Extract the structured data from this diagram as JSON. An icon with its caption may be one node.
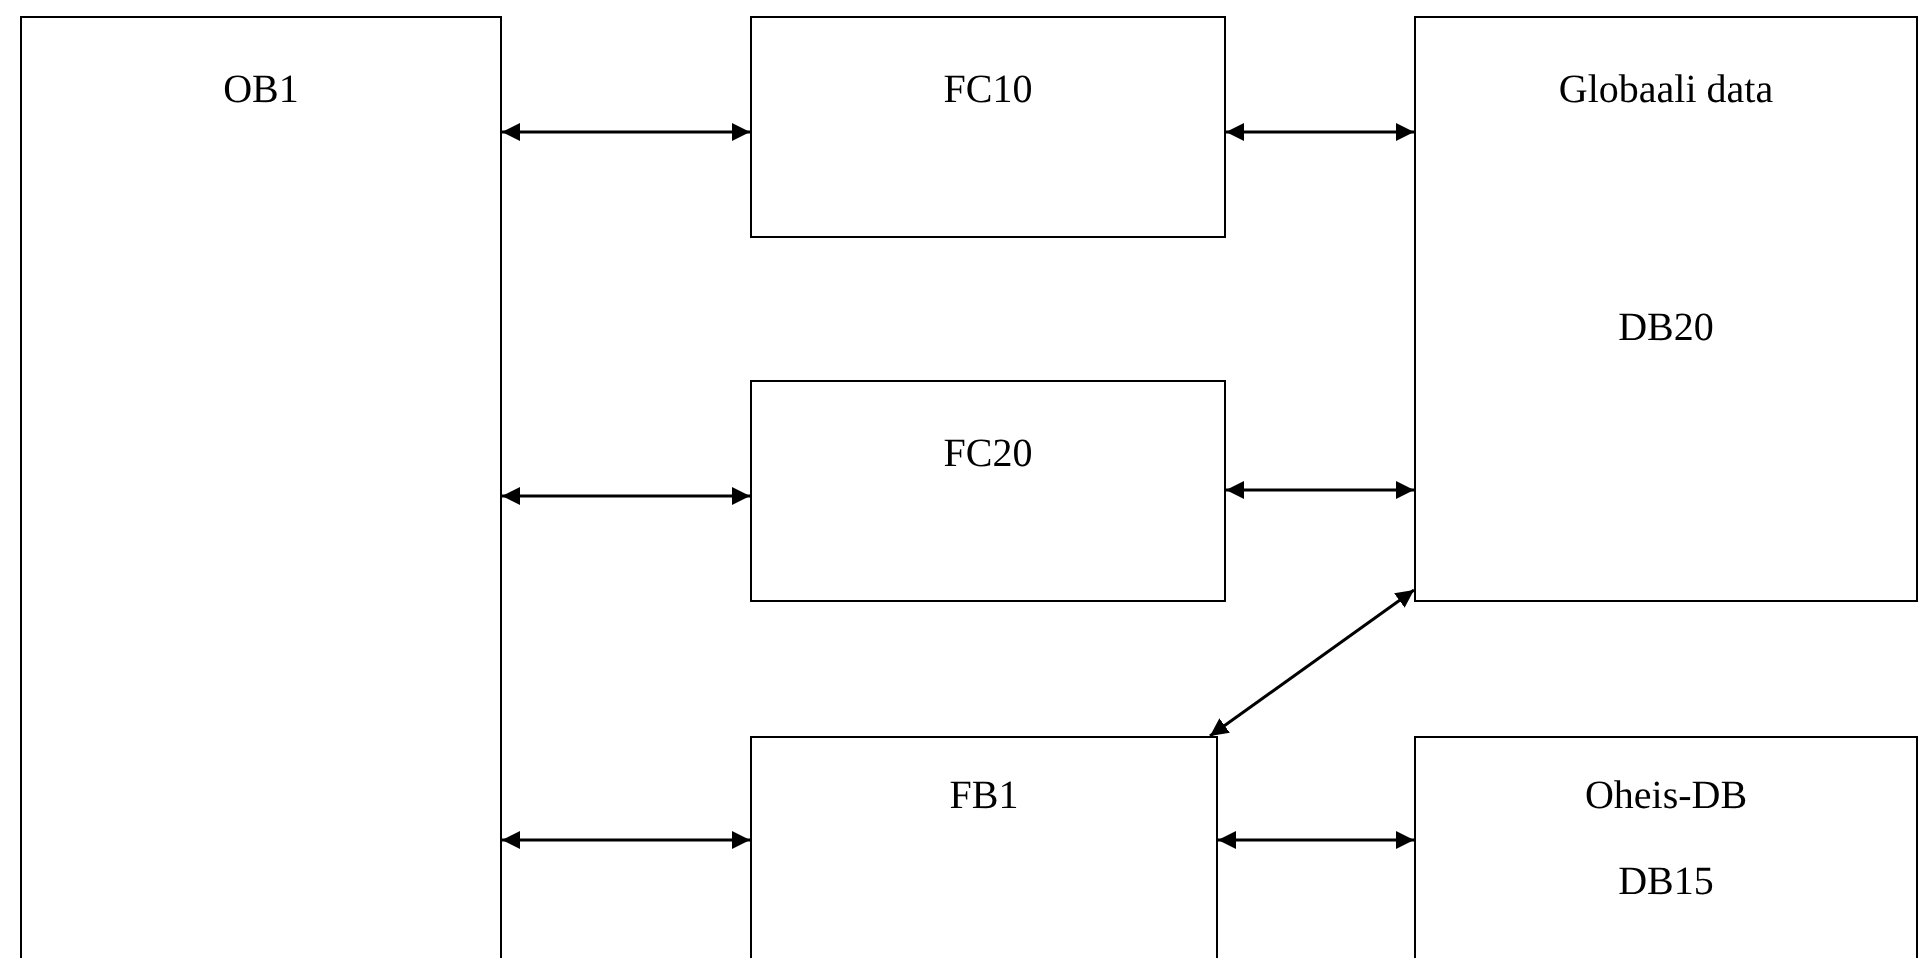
{
  "diagram": {
    "nodes": [
      {
        "text": [
          "OB1"
        ]
      },
      {
        "text": [
          "FC10"
        ]
      },
      {
        "text": [
          "Globaali data",
          "DB20"
        ]
      },
      {
        "text": [
          "FC20"
        ]
      },
      {
        "text": [
          "FB1"
        ]
      },
      {
        "text": [
          "Oheis-DB",
          "DB15"
        ]
      }
    ],
    "edges": [
      {
        "from": 0,
        "to": 1,
        "arrow": "both"
      },
      {
        "from": 1,
        "to": 2,
        "arrow": "both"
      },
      {
        "from": 0,
        "to": 3,
        "arrow": "both"
      },
      {
        "from": 3,
        "to": 2,
        "arrow": "both"
      },
      {
        "from": 2,
        "to": 4,
        "arrow": "both"
      },
      {
        "from": 0,
        "to": 4,
        "arrow": "both"
      },
      {
        "from": 4,
        "to": 5,
        "arrow": "both"
      }
    ]
  }
}
